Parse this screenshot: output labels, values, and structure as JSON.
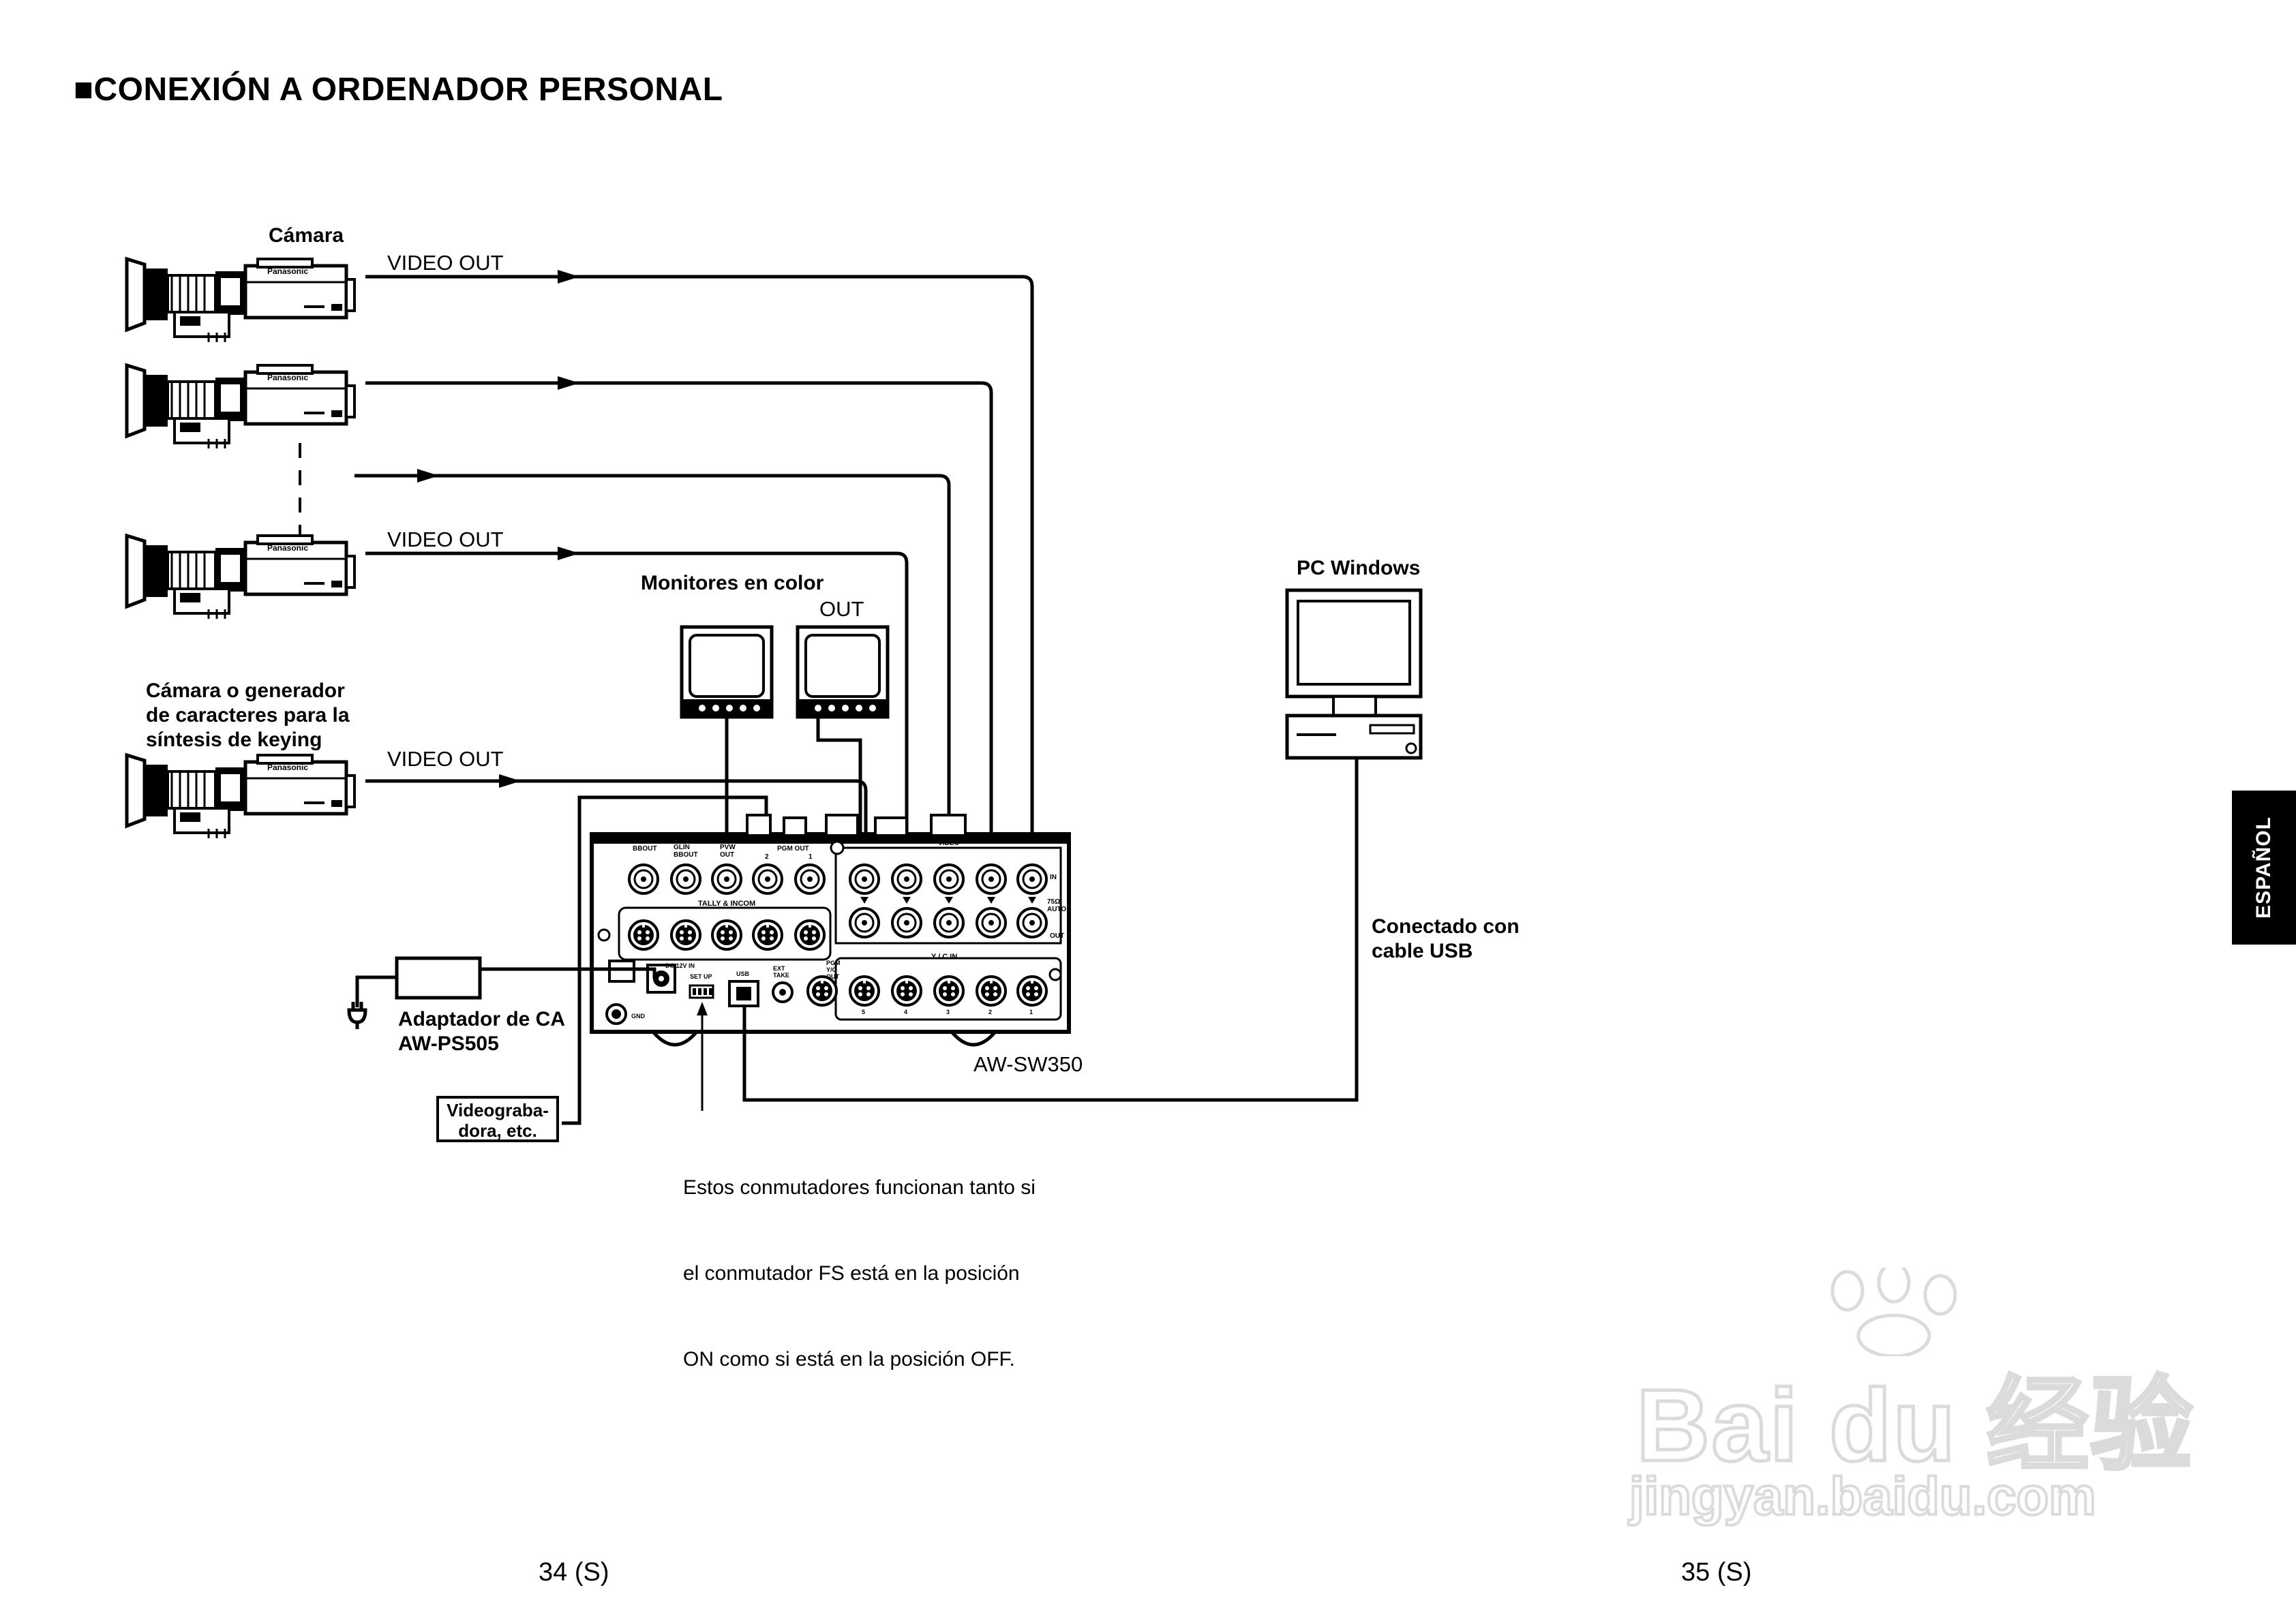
{
  "page": {
    "title": "CONEXIÓN A ORDENADOR PERSONAL",
    "tab_label": "ESPAÑOL",
    "page_left": "34 (S)",
    "page_right": "35 (S)"
  },
  "labels": {
    "camera": "Cámara",
    "video_out_1": "VIDEO OUT",
    "video_out_2": "VIDEO OUT",
    "video_out_3": "VIDEO OUT",
    "keying_camera": [
      "Cámara o generador",
      "de caracteres para la",
      "síntesis de keying"
    ],
    "monitors": "Monitores en color",
    "monitor_out": "OUT",
    "pc": "PC Windows",
    "usb_cable": [
      "Conectado con",
      "cable USB"
    ],
    "adapter": [
      "Adaptador de CA",
      "AW-PS505"
    ],
    "vcr": [
      "Videograba-",
      "dora, etc."
    ],
    "switcher_model": "AW-SW350",
    "switch_note": [
      "Estos conmutadores funcionan tanto si",
      "el conmutador FS está en la posición",
      "ON como si está en la posición OFF."
    ],
    "camera_brand": "Panasonic"
  },
  "panel": {
    "top_labels": [
      "BBOUT",
      "GLIN BBOUT",
      "PVW OUT",
      "PGM OUT",
      "2",
      "1",
      "VIDEO",
      "IN"
    ],
    "tally": "TALLY & INCOM",
    "yc_in": "Y / C IN",
    "input_numbers": [
      "5",
      "4",
      "3",
      "2",
      "1"
    ],
    "right_labels": [
      "75Ω AUTO",
      "OUT"
    ],
    "bottom_labels": [
      "DC 12V IN",
      "SET UP",
      "USB",
      "EXT TAKE",
      "PGM Y/C OUT",
      "GND"
    ]
  },
  "watermark": {
    "brand": "Bai du 经验",
    "url": "jingyan.baidu.com"
  }
}
